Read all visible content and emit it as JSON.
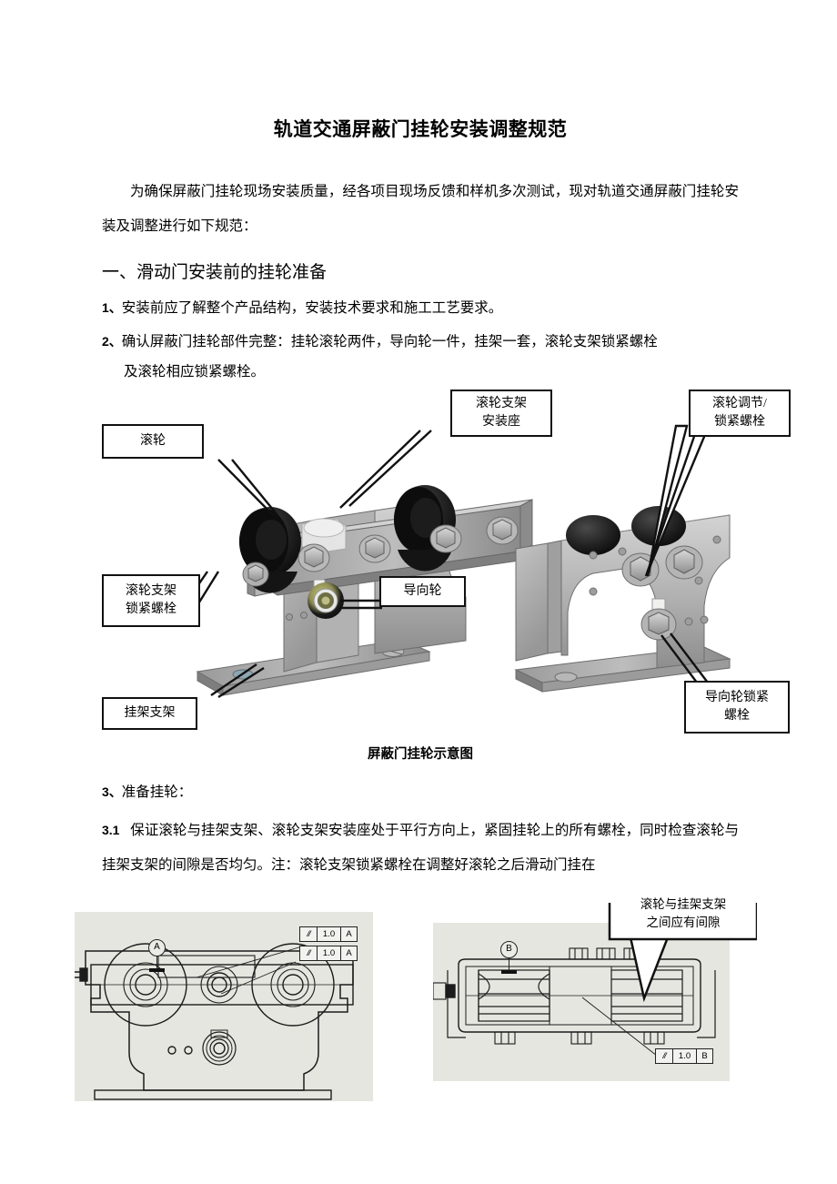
{
  "document": {
    "title": "轨道交通屏蔽门挂轮安装调整规范",
    "intro": "为确保屏蔽门挂轮现场安装质量，经各项目现场反馈和样机多次测试，现对轨道交通屏蔽门挂轮安装及调整进行如下规范：",
    "section1_heading": "一、滑动门安装前的挂轮准备",
    "items": [
      {
        "num": "1、",
        "text": "安装前应了解整个产品结构，安装技术要求和施工工艺要求。"
      },
      {
        "num": "2、",
        "text": "确认屏蔽门挂轮部件完整：挂轮滚轮两件，导向轮一件，挂架一套，滚轮支架锁紧螺栓",
        "cont": "及滚轮相应锁紧螺栓。"
      },
      {
        "num": "3、",
        "text": "准备挂轮："
      }
    ],
    "step_3_1_num": "3.1",
    "step_3_1_text": "保证滚轮与挂架支架、滚轮支架安装座处于平行方向上，紧固挂轮上的所有螺栓，同时检查滚轮与挂架支架的间隙是否均匀。注：滚轮支架锁紧螺栓在调整好滚轮之后滑动门挂在"
  },
  "figure1": {
    "caption": "屏蔽门挂轮示意图",
    "callouts": [
      {
        "id": "roller",
        "lines": [
          "滚轮"
        ]
      },
      {
        "id": "roller-bracket-seat",
        "lines": [
          "滚轮支架",
          "安装座"
        ]
      },
      {
        "id": "roller-adjust-bolt",
        "lines": [
          "滚轮调节/",
          "锁紧螺栓"
        ]
      },
      {
        "id": "roller-bracket-bolt",
        "lines": [
          "滚轮支架",
          "锁紧螺栓"
        ]
      },
      {
        "id": "guide-wheel",
        "lines": [
          "导向轮"
        ]
      },
      {
        "id": "hanger-bracket",
        "lines": [
          "挂架支架"
        ]
      },
      {
        "id": "guide-wheel-bolt",
        "lines": [
          "导向轮锁紧",
          "螺栓"
        ]
      }
    ]
  },
  "figure2": {
    "left_panel": {
      "datum_label": "A",
      "gdt1": {
        "symbol": "//",
        "tolerance": "1.0",
        "datum": "A"
      },
      "gdt2": {
        "symbol": "//",
        "tolerance": "1.0",
        "datum": "A"
      }
    },
    "right_panel": {
      "datum_label": "B",
      "gdt1": {
        "symbol": "//",
        "tolerance": "1.0",
        "datum": "B"
      },
      "note_lines": [
        "滚轮与挂架支架",
        "之间应有间隙"
      ]
    }
  },
  "colors": {
    "text": "#000000",
    "callout_border": "#111111",
    "cad_panel_bg": "#e6e6e0",
    "metal_light": "#c9c9c9",
    "metal_mid": "#a8a8a8",
    "metal_dark": "#848484",
    "rubber": "#1a1a1a"
  }
}
